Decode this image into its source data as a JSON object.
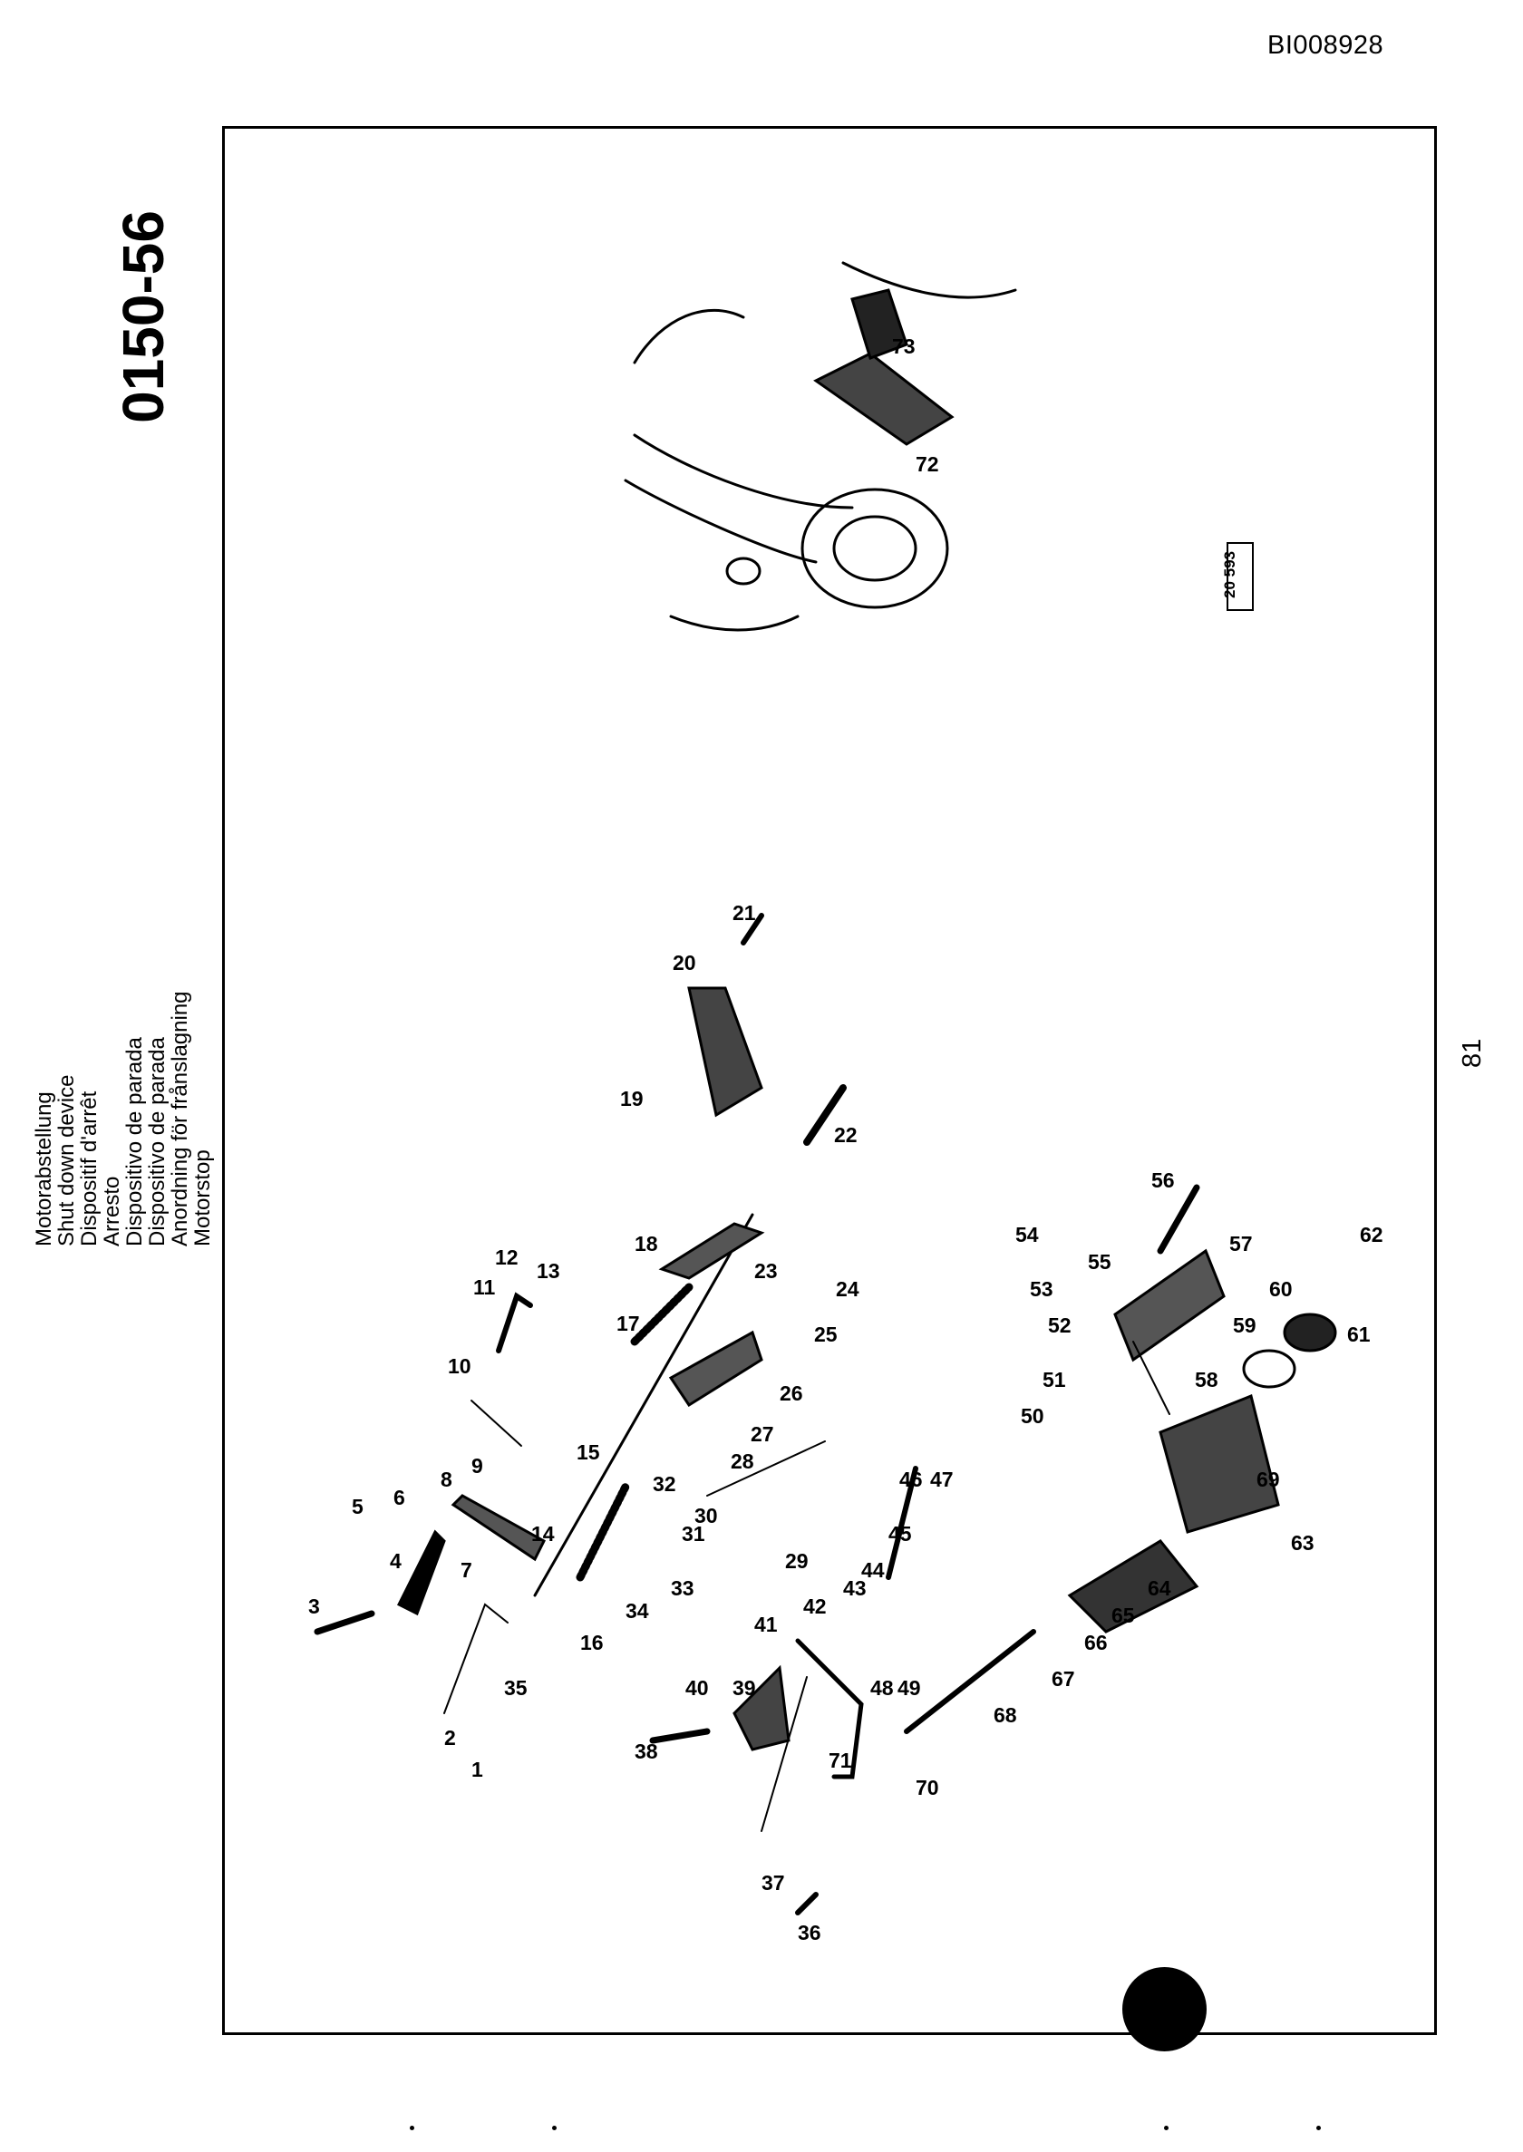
{
  "document": {
    "doc_id": "BI008928",
    "section_code": "0150-56",
    "page_number": "81",
    "figure_ref": "20 593"
  },
  "captions": [
    "Motorabstellung",
    "Shut down device",
    "Dispositif d'arrêt",
    "Arresto",
    "Dispositivo de parada",
    "Dispositivo de parada",
    "Anordning för frånslagning",
    "Motorstop"
  ],
  "part_labels": [
    "1",
    "2",
    "3",
    "4",
    "5",
    "6",
    "7",
    "8",
    "9",
    "10",
    "11",
    "12",
    "13",
    "14",
    "15",
    "16",
    "17",
    "18",
    "19",
    "20",
    "21",
    "22",
    "23",
    "24",
    "25",
    "26",
    "27",
    "28",
    "29",
    "30",
    "31",
    "32",
    "33",
    "34",
    "35",
    "36",
    "37",
    "38",
    "39",
    "40",
    "41",
    "42",
    "43",
    "44",
    "45",
    "46",
    "47",
    "48",
    "49",
    "50",
    "51",
    "52",
    "53",
    "54",
    "55",
    "56",
    "57",
    "58",
    "59",
    "60",
    "61",
    "62",
    "63",
    "64",
    "65",
    "66",
    "67",
    "68",
    "69",
    "70",
    "71",
    "72",
    "73"
  ]
}
